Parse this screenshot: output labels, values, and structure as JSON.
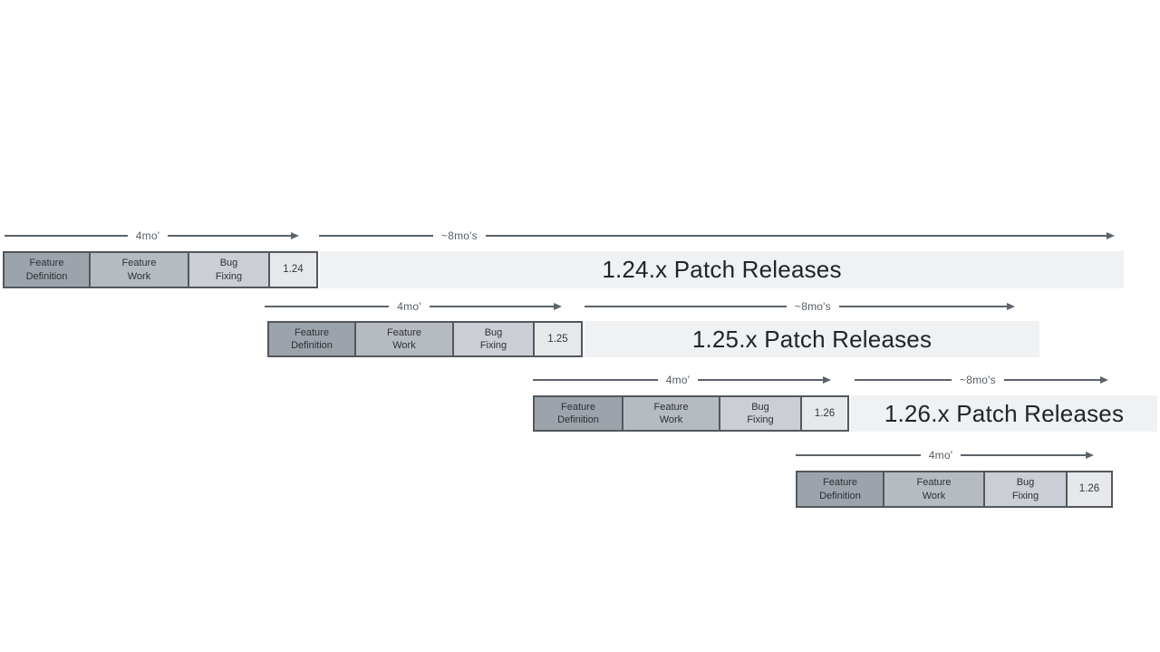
{
  "palette": {
    "feature_definition_fill": "#9ca3ab",
    "feature_work_fill": "#b6bbc2",
    "bug_fixing_fill": "#cbced4",
    "version_box_fill": "#e6e8ea",
    "patch_bar_fill": "#eff1f3",
    "box_border": "#53585e",
    "arrow_line": "#5c636a",
    "background": "#ffffff"
  },
  "rows": [
    {
      "version": "1.24",
      "dev_label": "4mo'",
      "patch_label": "~8mo's",
      "phases": [
        "Feature\nDefinition",
        "Feature\nWork",
        "Bug\nFixing"
      ],
      "patch_bar_label": "1.24.x Patch Releases"
    },
    {
      "version": "1.25",
      "dev_label": "4mo'",
      "patch_label": "~8mo's",
      "phases": [
        "Feature\nDefinition",
        "Feature\nWork",
        "Bug\nFixing"
      ],
      "patch_bar_label": "1.25.x Patch Releases"
    },
    {
      "version": "1.26",
      "dev_label": "4mo'",
      "patch_label": "~8mo's",
      "phases": [
        "Feature\nDefinition",
        "Feature\nWork",
        "Bug\nFixing"
      ],
      "patch_bar_label": "1.26.x Patch Releases"
    },
    {
      "version": "1.26",
      "dev_label": "4mo'",
      "phases": [
        "Feature\nDefinition",
        "Feature\nWork",
        "Bug\nFixing"
      ]
    }
  ]
}
